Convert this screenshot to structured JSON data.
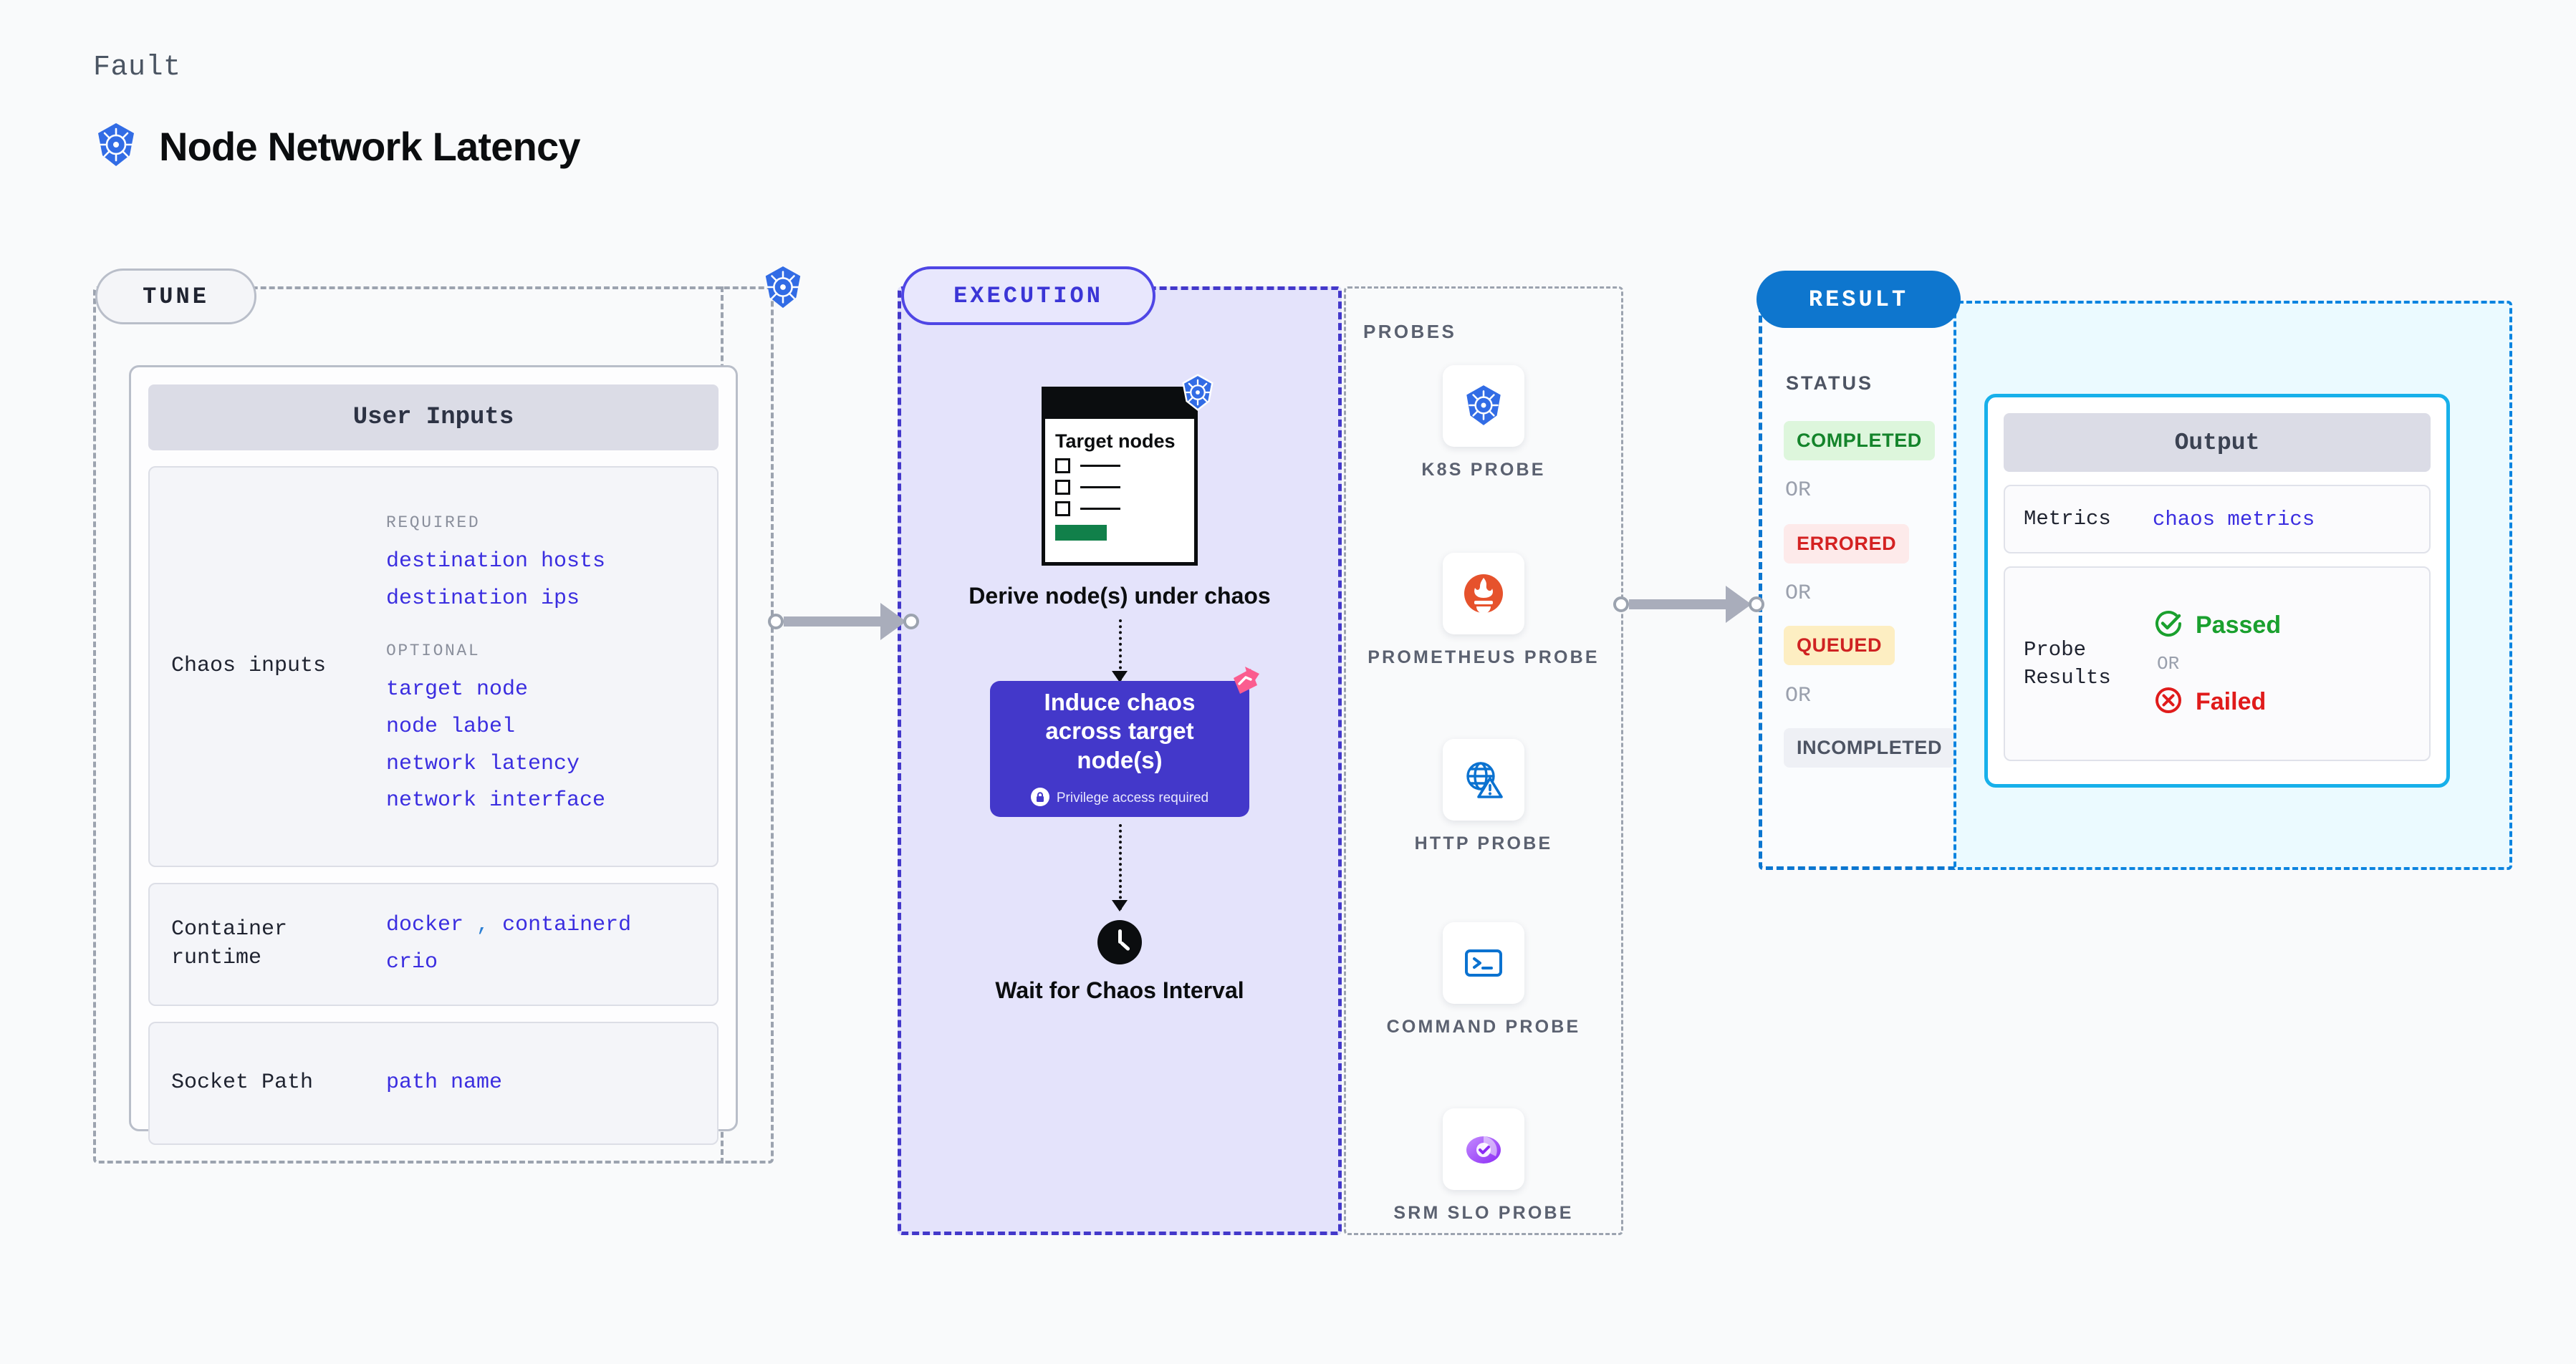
{
  "header": {
    "eyebrow": "Fault",
    "title": "Node Network Latency",
    "logo_icon": "kubernetes-icon"
  },
  "stages": {
    "tune": {
      "pill_label": "TUNE",
      "badge_icon": "kubernetes-icon",
      "card": {
        "header": "User Inputs",
        "rows": [
          {
            "label": "Chaos inputs",
            "groups": [
              {
                "title": "REQUIRED",
                "values": [
                  "destination hosts",
                  "destination ips"
                ]
              },
              {
                "title": "OPTIONAL",
                "values": [
                  "target node",
                  "node label",
                  "network latency",
                  "network interface"
                ]
              }
            ]
          },
          {
            "label": "Container runtime",
            "values_line1": "docker",
            "separator": ",",
            "values_line1b": "containerd",
            "values_line2": "crio"
          },
          {
            "label": "Socket Path",
            "value": "path name"
          }
        ]
      }
    },
    "execution": {
      "pill_label": "EXECUTION",
      "steps": [
        {
          "icon": "browser-window-icon",
          "badge_icon": "kubernetes-icon",
          "mock_title": "Target nodes",
          "caption": "Derive node(s) under chaos"
        },
        {
          "icon": "chaos-card",
          "title": "Induce chaos across target node(s)",
          "privilege_icon": "lock-icon",
          "privilege_text": "Privilege access required",
          "corner_icon": "harness-logo-icon"
        },
        {
          "icon": "clock-icon",
          "caption": "Wait for Chaos Interval"
        }
      ]
    },
    "probes": {
      "title": "PROBES",
      "items": [
        {
          "icon": "kubernetes-icon",
          "label": "K8S PROBE"
        },
        {
          "icon": "prometheus-icon",
          "label": "PROMETHEUS PROBE"
        },
        {
          "icon": "globe-warning-icon",
          "label": "HTTP PROBE"
        },
        {
          "icon": "terminal-icon",
          "label": "COMMAND PROBE"
        },
        {
          "icon": "slo-donut-icon",
          "label": "SRM SLO PROBE"
        }
      ]
    },
    "result": {
      "pill_label": "RESULT",
      "status_title": "STATUS",
      "or_label": "OR",
      "statuses": [
        {
          "label": "COMPLETED",
          "text_color": "#14842b",
          "bg_color": "#ddf6dc"
        },
        {
          "label": "ERRORED",
          "text_color": "#d42222",
          "bg_color": "#fdeaea"
        },
        {
          "label": "QUEUED",
          "text_color": "#cf2222",
          "bg_color": "#fdeec2"
        },
        {
          "label": "INCOMPLETED",
          "text_color": "#4d5463",
          "bg_color": "#eef0f5"
        }
      ]
    },
    "output": {
      "header": "Output",
      "metrics_label": "Metrics",
      "metrics_value": "chaos metrics",
      "probe_results_label": "Probe Results",
      "passed_label": "Passed",
      "failed_label": "Failed",
      "or_label": "OR",
      "passed_icon": "check-circle-icon",
      "failed_icon": "x-circle-icon"
    }
  },
  "colors": {
    "accent_indigo": "#4338ca",
    "accent_blue": "#0e76ce",
    "k8s_blue": "#326ce5",
    "value_text": "#3b2ee0",
    "passed_green": "#1aa02e",
    "failed_red": "#e01b1b"
  }
}
